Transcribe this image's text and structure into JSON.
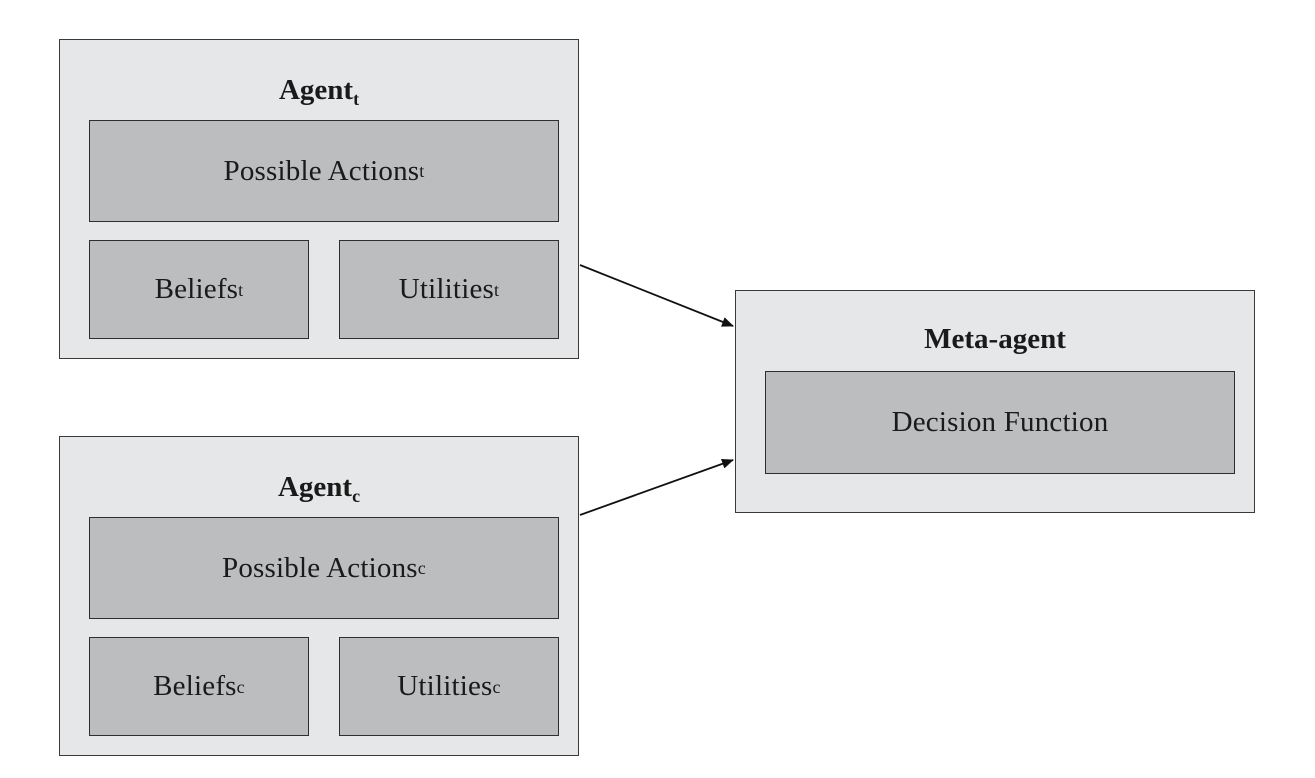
{
  "agent_t": {
    "title": "Agent",
    "title_sub": "t",
    "actions": "Possible Actions",
    "actions_sub": "t",
    "beliefs": "Beliefs",
    "beliefs_sub": "t",
    "utilities": "Utilities",
    "utilities_sub": "t"
  },
  "agent_c": {
    "title": "Agent",
    "title_sub": "c",
    "actions": "Possible Actions",
    "actions_sub": "c",
    "beliefs": "Beliefs",
    "beliefs_sub": "c",
    "utilities": "Utilities",
    "utilities_sub": "c"
  },
  "meta_agent": {
    "title": "Meta-agent",
    "decision": "Decision Function"
  },
  "colors": {
    "outer_fill": "#e6e7e8",
    "inner_fill": "#bcbdbf",
    "stroke": "#2e2e2e"
  }
}
